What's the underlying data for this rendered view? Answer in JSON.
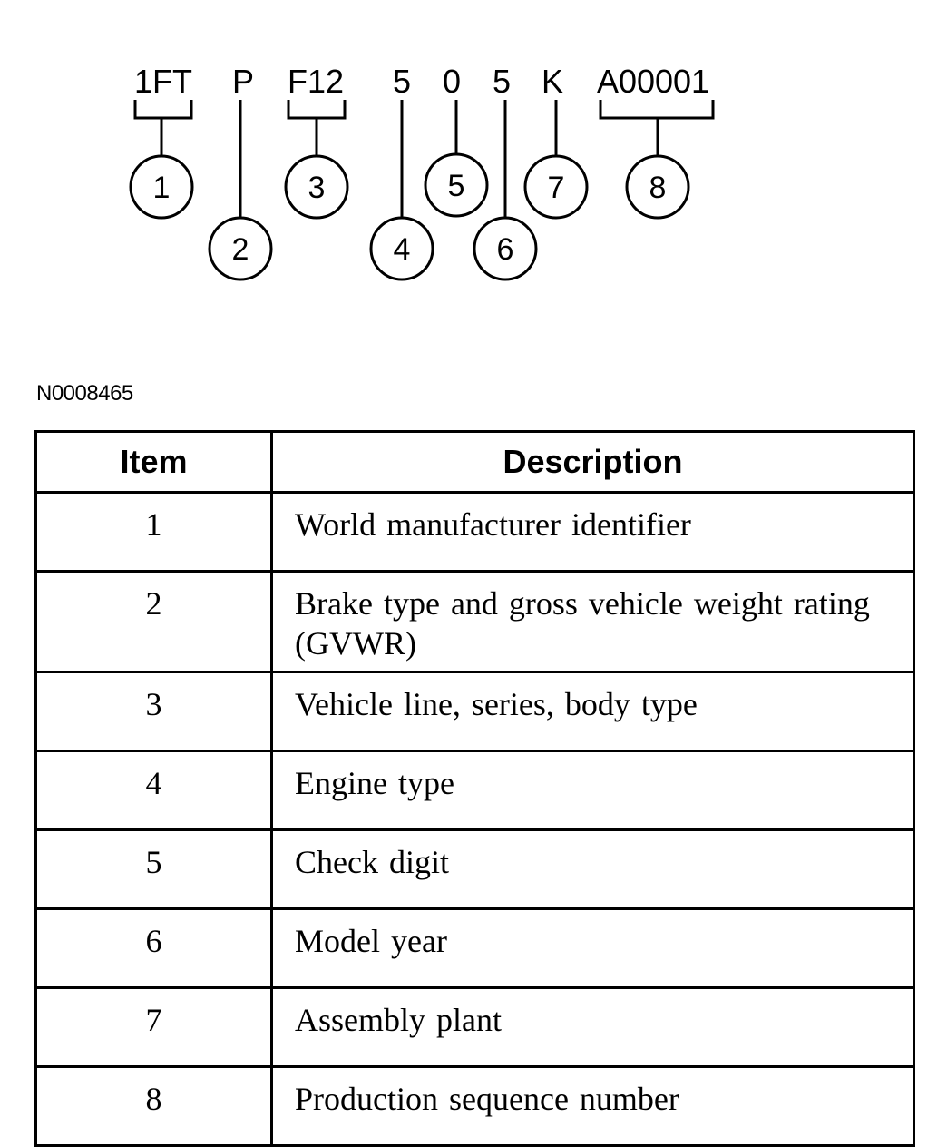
{
  "vin": {
    "segments": [
      "1FT",
      "P",
      "F12",
      "5",
      "0",
      "5",
      "K",
      "A00001"
    ],
    "callouts": [
      "1",
      "2",
      "3",
      "4",
      "5",
      "6",
      "7",
      "8"
    ]
  },
  "figure_id": "N0008465",
  "legend": {
    "headers": {
      "item": "Item",
      "description": "Description"
    },
    "rows": [
      {
        "item": "1",
        "description": "World manufacturer identifier"
      },
      {
        "item": "2",
        "description": "Brake type and gross vehicle weight rating (GVWR)"
      },
      {
        "item": "3",
        "description": "Vehicle line, series, body type"
      },
      {
        "item": "4",
        "description": "Engine type"
      },
      {
        "item": "5",
        "description": "Check digit"
      },
      {
        "item": "6",
        "description": "Model year"
      },
      {
        "item": "7",
        "description": "Assembly plant"
      },
      {
        "item": "8",
        "description": "Production sequence number"
      }
    ]
  }
}
